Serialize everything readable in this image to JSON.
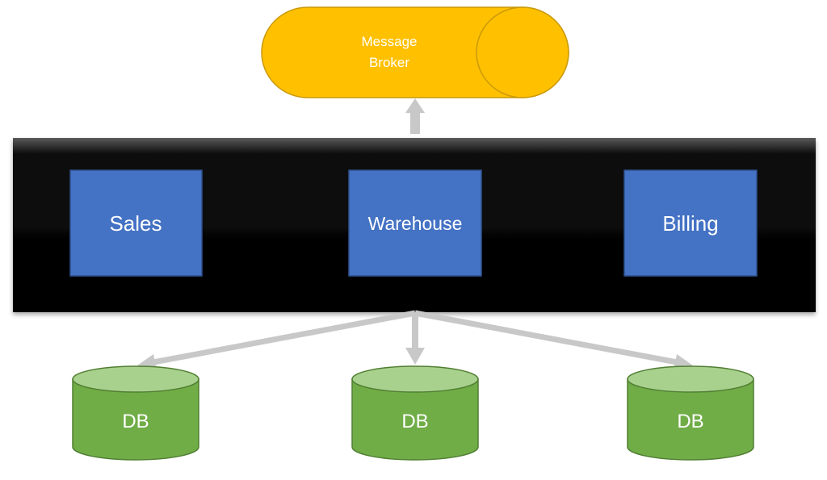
{
  "broker": {
    "line1": "Message",
    "line2": "Broker"
  },
  "services": [
    {
      "label": "Sales"
    },
    {
      "label": "Warehouse"
    },
    {
      "label": "Billing"
    }
  ],
  "databases": [
    {
      "label": "DB"
    },
    {
      "label": "DB"
    },
    {
      "label": "DB"
    }
  ],
  "colors": {
    "broker_fill": "#FFC000",
    "broker_stroke": "#C9990A",
    "service_fill": "#4472C4",
    "service_stroke": "#2F528F",
    "db_body": "#70AD47",
    "db_top": "#A9D18E",
    "db_stroke": "#507E32",
    "arrow": "#C8C8C8",
    "band": "#000000"
  }
}
